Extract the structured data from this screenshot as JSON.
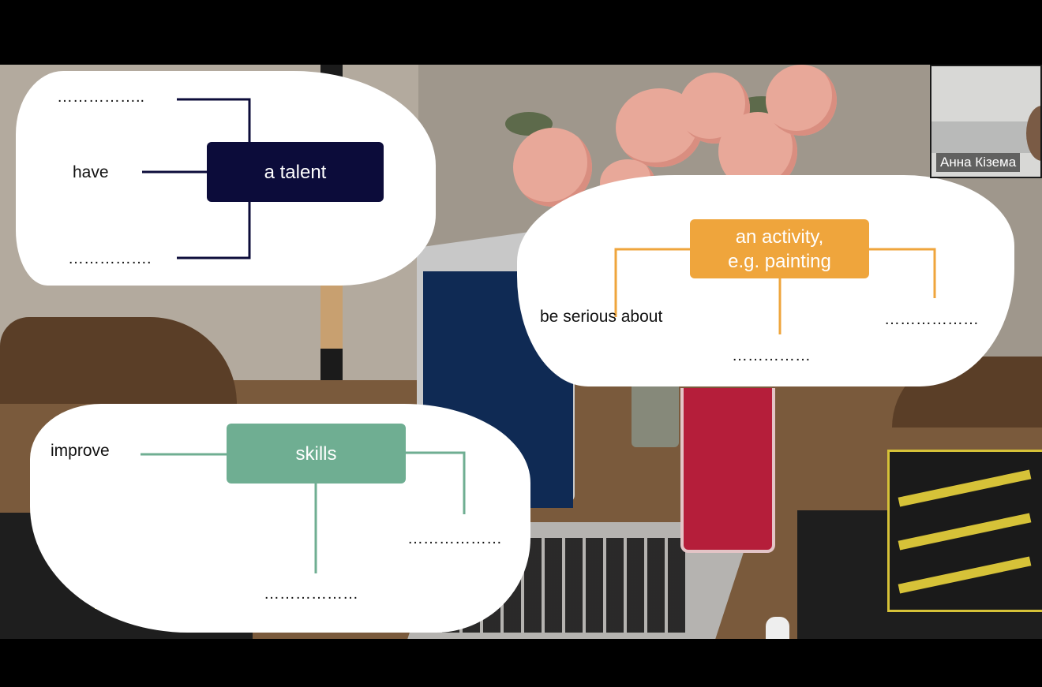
{
  "participant": {
    "name": "Анна Кізема"
  },
  "diagram_talent": {
    "center": "a talent",
    "center_color": "#0c0c3a",
    "line_color": "#0c0c3a",
    "left_label": "have",
    "top_blank": "……………..",
    "bottom_blank": "……………."
  },
  "diagram_activity": {
    "center_line1": "an activity,",
    "center_line2": "e.g. painting",
    "center_color": "#efa53c",
    "line_color": "#efa53c",
    "left_label": "be serious about",
    "middle_blank": "……………",
    "right_blank": "………………"
  },
  "diagram_skills": {
    "center": "skills",
    "center_color": "#6fae92",
    "line_color": "#6fae92",
    "left_label": "improve",
    "bottom_blank": "………………",
    "right_blank": "………………"
  }
}
